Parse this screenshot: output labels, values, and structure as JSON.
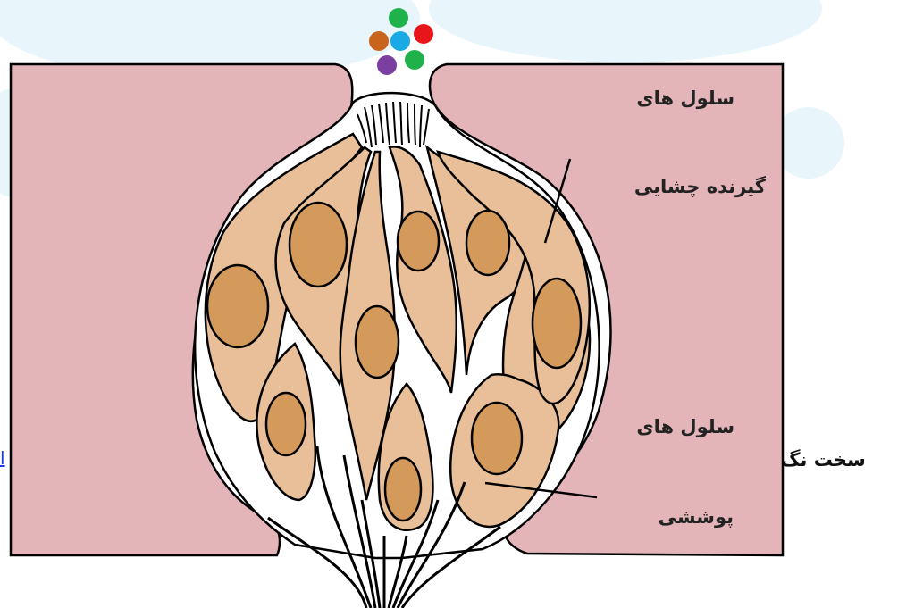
{
  "colors": {
    "tissue": "#e3b4b8",
    "cell": "#e8bf98",
    "nucleus": "#d49a5c",
    "outline": "#000000",
    "link": "#1a3be0",
    "watermark": "#e8f6fb"
  },
  "background": {
    "text_fragment": "سخت نگ",
    "link_fragment": "ا"
  },
  "labels": {
    "receptor_line1": "سلول های",
    "receptor_line2": "گیرنده چشایی",
    "supporting_line1": "سلول های",
    "supporting_line2": "پوششی"
  },
  "molecules": [
    {
      "name": "green-molecule",
      "color": "#1fb24a"
    },
    {
      "name": "orange-molecule",
      "color": "#c8641c"
    },
    {
      "name": "blue-molecule",
      "color": "#19a9e4"
    },
    {
      "name": "red-molecule",
      "color": "#e8151b"
    },
    {
      "name": "purple-molecule",
      "color": "#7a3fa0"
    },
    {
      "name": "green-molecule",
      "color": "#1fb24a"
    }
  ]
}
